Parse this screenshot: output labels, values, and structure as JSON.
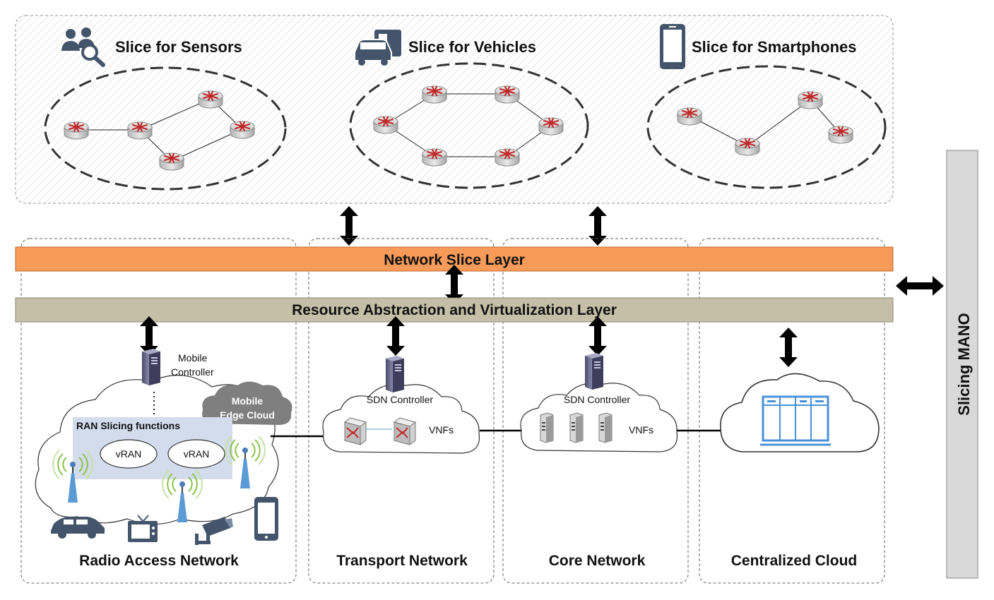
{
  "slices": [
    {
      "title": "Slice for Sensors",
      "icon": "sensors-people-icon"
    },
    {
      "title": "Slice for Vehicles",
      "icon": "vehicles-icon"
    },
    {
      "title": "Slice for Smartphones",
      "icon": "smartphone-icon"
    }
  ],
  "layers": {
    "network_slice": "Network Slice Layer",
    "resource_abstraction": "Resource Abstraction and Virtualization Layer"
  },
  "mano": "Slicing MANO",
  "ran": {
    "mobile_controller": [
      "Mobile",
      "Controller"
    ],
    "edge_cloud": [
      "Mobile",
      "Edge Cloud"
    ],
    "slicing_functions": "RAN Slicing functions",
    "vran_1": "vRAN",
    "vran_2": "vRAN",
    "label": "Radio Access Network"
  },
  "transport": {
    "controller": "SDN Controller",
    "vnfs": "VNFs",
    "label": "Transport Network"
  },
  "core": {
    "controller": "SDN Controller",
    "vnfs": "VNFs",
    "label": "Core Network"
  },
  "cloud": {
    "label": "Centralized Cloud"
  },
  "colors": {
    "network_slice_layer": "#F79A5A",
    "resource_layer": "#C4BFA6",
    "mano_bar": "#D9D9D9",
    "ran_slicing_box": "#D3DCEC",
    "edge_cloud": "#7F7F7F",
    "antenna_blue": "#5B9BD5",
    "cloud_icon_blue": "#4A90D9",
    "router_red": "#C0292A"
  }
}
